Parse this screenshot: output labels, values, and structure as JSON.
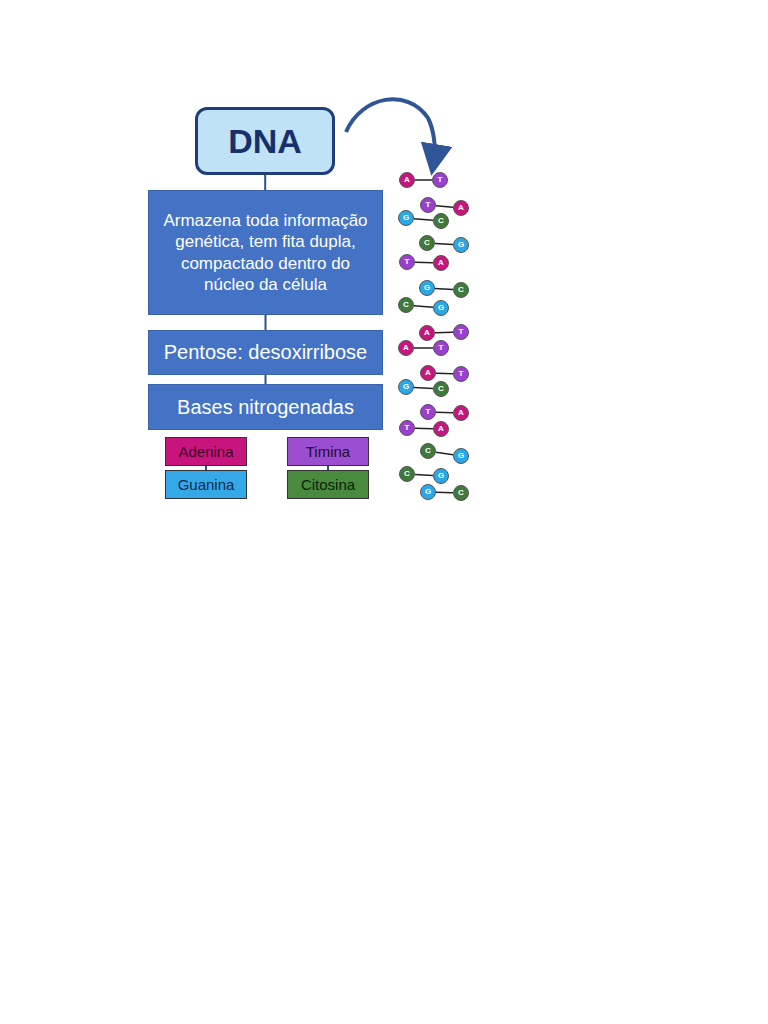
{
  "diagram": {
    "nodes": [
      {
        "text": [
          "DNA"
        ]
      },
      {
        "text": [
          "Armazena toda informação genética, tem fita dupla, compactado dentro do núcleo da célula"
        ]
      },
      {
        "text": [
          "Pentose: desoxirribose"
        ]
      },
      {
        "text": [
          "Bases nitrogenadas"
        ]
      },
      {
        "text": [
          "Adenina"
        ]
      },
      {
        "text": [
          "Timina"
        ]
      },
      {
        "text": [
          "Guanina"
        ]
      },
      {
        "text": [
          "Citosina"
        ]
      },
      {
        "text": [
          "A"
        ]
      },
      {
        "text": [
          "T"
        ]
      },
      {
        "text": [
          "T"
        ]
      },
      {
        "text": [
          "A"
        ]
      },
      {
        "text": [
          "G"
        ]
      },
      {
        "text": [
          "C"
        ]
      },
      {
        "text": [
          "C"
        ]
      },
      {
        "text": [
          "G"
        ]
      },
      {
        "text": [
          "T"
        ]
      },
      {
        "text": [
          "A"
        ]
      },
      {
        "text": [
          "G"
        ]
      },
      {
        "text": [
          "C"
        ]
      },
      {
        "text": [
          "C"
        ]
      },
      {
        "text": [
          "G"
        ]
      },
      {
        "text": [
          "A"
        ]
      },
      {
        "text": [
          "T"
        ]
      },
      {
        "text": [
          "A"
        ]
      },
      {
        "text": [
          "T"
        ]
      },
      {
        "text": [
          "A"
        ]
      },
      {
        "text": [
          "T"
        ]
      },
      {
        "text": [
          "G"
        ]
      },
      {
        "text": [
          "C"
        ]
      },
      {
        "text": [
          "T"
        ]
      },
      {
        "text": [
          "A"
        ]
      },
      {
        "text": [
          "T"
        ]
      },
      {
        "text": [
          "A"
        ]
      },
      {
        "text": [
          "C"
        ]
      },
      {
        "text": [
          "G"
        ]
      },
      {
        "text": [
          "C"
        ]
      },
      {
        "text": [
          "G"
        ]
      },
      {
        "text": [
          "G"
        ]
      },
      {
        "text": [
          "C"
        ]
      }
    ],
    "edges": [
      {
        "from": 0,
        "to": 1,
        "arrow": "none"
      },
      {
        "from": 1,
        "to": 2,
        "arrow": "none"
      },
      {
        "from": 2,
        "to": 3,
        "arrow": "none"
      },
      {
        "from": 4,
        "to": 6,
        "arrow": "none"
      },
      {
        "from": 5,
        "to": 7,
        "arrow": "none"
      },
      {
        "from": 8,
        "to": 9,
        "arrow": "none"
      },
      {
        "from": 10,
        "to": 11,
        "arrow": "none"
      },
      {
        "from": 12,
        "to": 13,
        "arrow": "none"
      },
      {
        "from": 14,
        "to": 15,
        "arrow": "none"
      },
      {
        "from": 16,
        "to": 17,
        "arrow": "none"
      },
      {
        "from": 18,
        "to": 19,
        "arrow": "none"
      },
      {
        "from": 20,
        "to": 21,
        "arrow": "none"
      },
      {
        "from": 22,
        "to": 23,
        "arrow": "none"
      },
      {
        "from": 24,
        "to": 25,
        "arrow": "none"
      },
      {
        "from": 26,
        "to": 27,
        "arrow": "none"
      },
      {
        "from": 28,
        "to": 29,
        "arrow": "none"
      },
      {
        "from": 30,
        "to": 31,
        "arrow": "none"
      },
      {
        "from": 32,
        "to": 33,
        "arrow": "none"
      },
      {
        "from": 34,
        "to": 35,
        "arrow": "none"
      },
      {
        "from": 36,
        "to": 37,
        "arrow": "none"
      },
      {
        "from": 38,
        "to": 39,
        "arrow": "none"
      }
    ]
  }
}
